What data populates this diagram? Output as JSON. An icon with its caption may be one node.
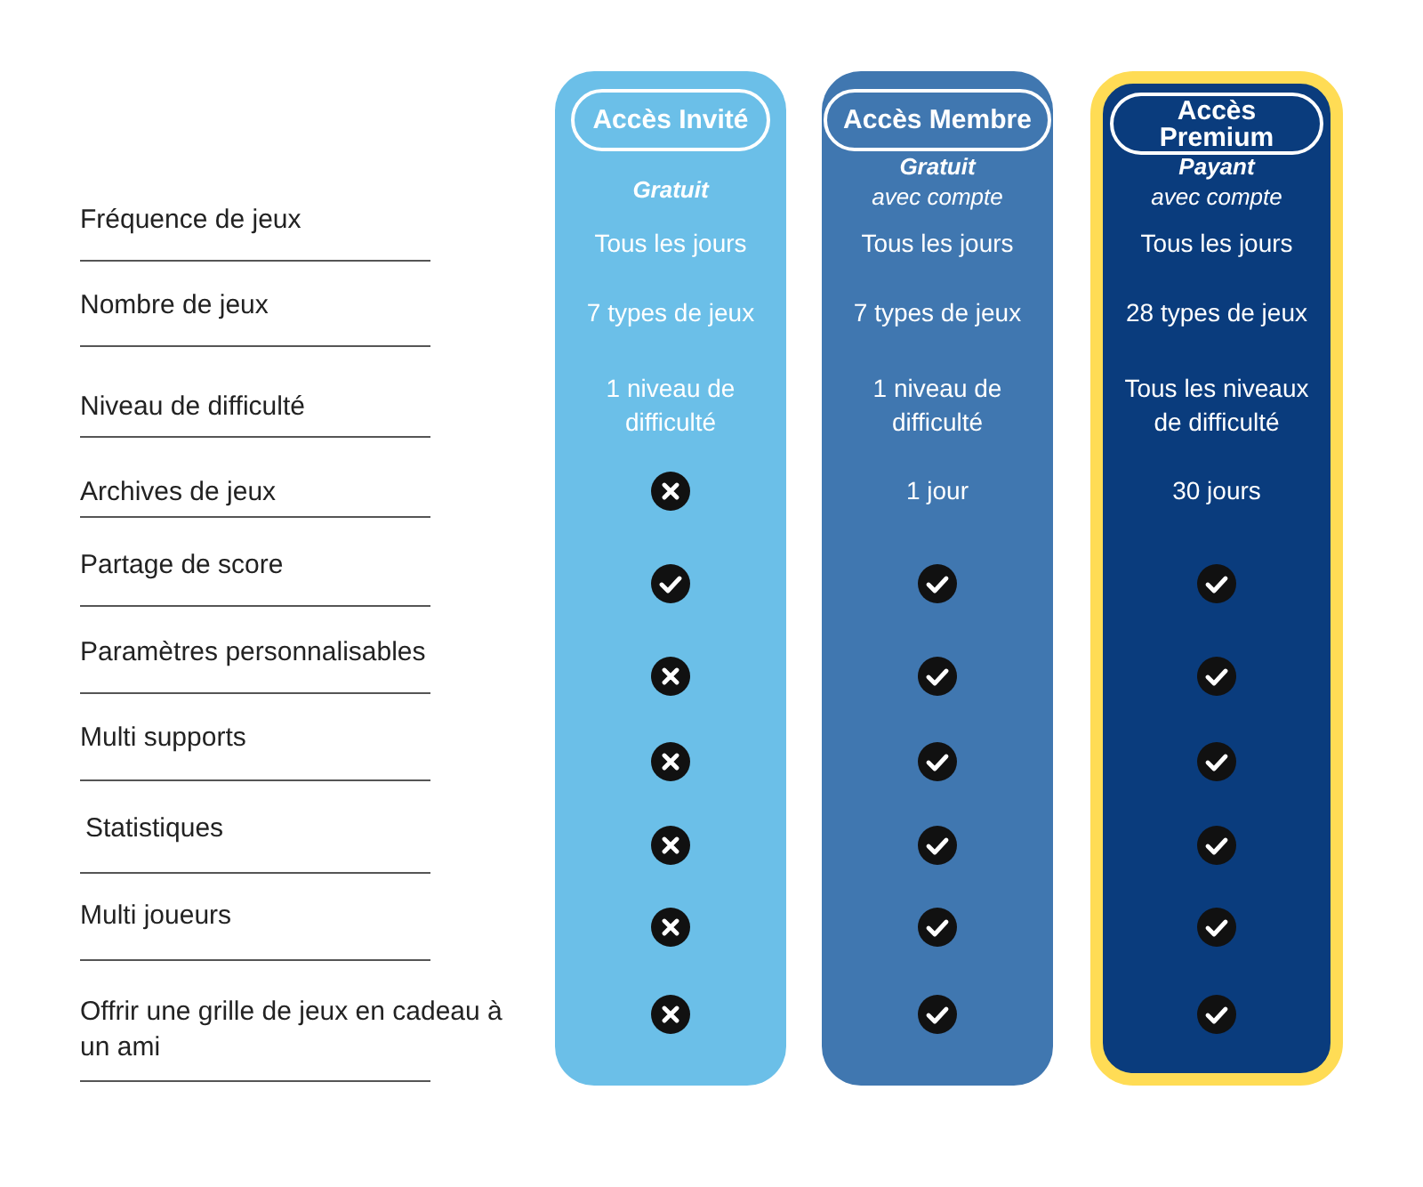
{
  "diagram": {
    "nodes": [
      {
        "text": [
          "Gratuit"
        ]
      },
      {
        "text": [
          "Accès Invité"
        ],
        "in": 0
      },
      {
        "text": [
          "Tous les jours"
        ],
        "in": 0
      },
      {
        "text": [
          "7 types de jeux"
        ],
        "in": 0
      },
      {
        "text": [
          "1 niveau de difficulté"
        ],
        "in": 0
      },
      {
        "text": [],
        "shape": "cross",
        "in": 0
      },
      {
        "text": [],
        "shape": "check",
        "in": 0
      },
      {
        "text": [],
        "shape": "cross",
        "in": 0
      },
      {
        "text": [],
        "shape": "cross",
        "in": 0
      },
      {
        "text": [],
        "shape": "cross",
        "in": 0
      },
      {
        "text": [],
        "shape": "cross",
        "in": 0
      },
      {
        "text": [],
        "shape": "cross",
        "in": 0
      },
      {
        "text": [
          "Gratuit",
          "avec compte"
        ]
      },
      {
        "text": [
          "Accès Membre"
        ],
        "in": 12
      },
      {
        "text": [
          "Tous les jours"
        ],
        "in": 12
      },
      {
        "text": [
          "7 types de jeux"
        ],
        "in": 12
      },
      {
        "text": [
          "1 niveau de difficulté"
        ],
        "in": 12
      },
      {
        "text": [
          "1 jour"
        ],
        "in": 12
      },
      {
        "text": [],
        "shape": "check",
        "in": 12
      },
      {
        "text": [],
        "shape": "check",
        "in": 12
      },
      {
        "text": [],
        "shape": "check",
        "in": 12
      },
      {
        "text": [],
        "shape": "check",
        "in": 12
      },
      {
        "text": [],
        "shape": "check",
        "in": 12
      },
      {
        "text": [],
        "shape": "check",
        "in": 12
      },
      {
        "text": [
          "Payant",
          "avec compte"
        ]
      },
      {
        "text": [
          "Accès Premium"
        ],
        "in": 24
      },
      {
        "text": [
          "Tous les jours"
        ],
        "in": 24
      },
      {
        "text": [
          "28 types de jeux"
        ],
        "in": 24
      },
      {
        "text": [
          "Tous les niveaux de difficulté"
        ],
        "in": 24
      },
      {
        "text": [
          "30 jours"
        ],
        "in": 24
      },
      {
        "text": [],
        "shape": "check",
        "in": 24
      },
      {
        "text": [],
        "shape": "check",
        "in": 24
      },
      {
        "text": [],
        "shape": "check",
        "in": 24
      },
      {
        "text": [],
        "shape": "check",
        "in": 24
      },
      {
        "text": [],
        "shape": "check",
        "in": 24
      },
      {
        "text": [],
        "shape": "check",
        "in": 24
      }
    ],
    "labels": [
      "Fréquence de jeux",
      "Nombre de jeux",
      "Niveau de difficulté",
      "Archives de jeux",
      "Partage de score",
      "Paramètres personnalisables",
      "Multi supports",
      "Statistiques",
      "Multi joueurs",
      "Offrir une grille de jeux en cadeau à un ami"
    ]
  }
}
